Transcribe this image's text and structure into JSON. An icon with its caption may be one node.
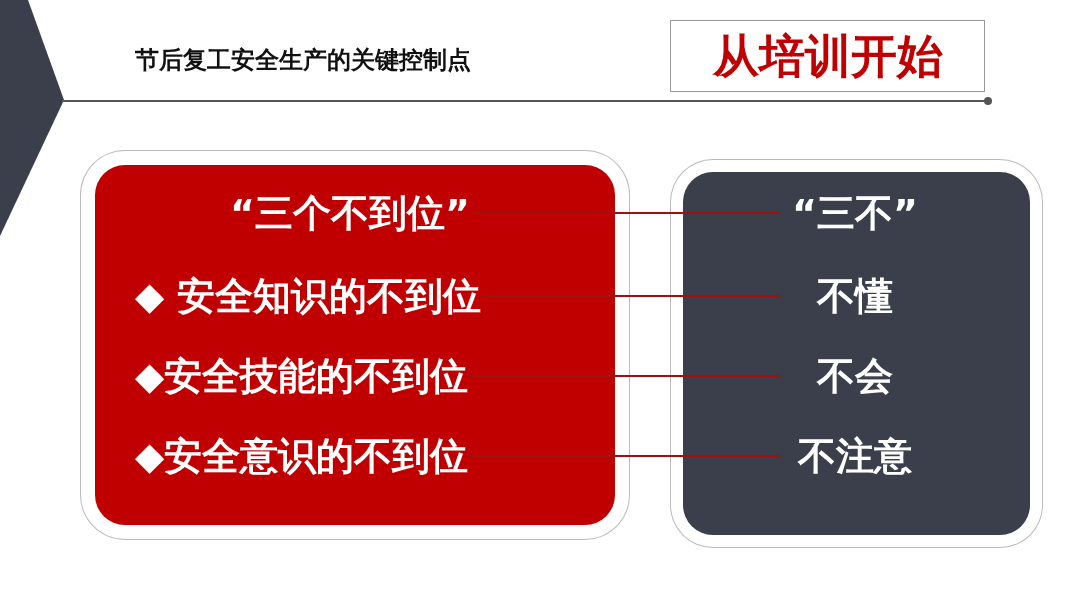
{
  "diagram": {
    "title": "节后复工安全生产的关键控制点",
    "nodes": [
      {
        "text": [],
        "shape": "box"
      },
      {
        "text": [
          "“三个不到位”"
        ],
        "in": 0
      },
      {
        "text": [
          "◆ 安全知识的不到位"
        ],
        "in": 0
      },
      {
        "text": [
          "◆安全技能的不到位"
        ],
        "in": 0
      },
      {
        "text": [
          "◆安全意识的不到位"
        ],
        "in": 0
      },
      {
        "text": [],
        "shape": "box"
      },
      {
        "text": [
          "“三不”"
        ],
        "in": 5
      },
      {
        "text": [
          "不懂"
        ],
        "in": 5
      },
      {
        "text": [
          "不会"
        ],
        "in": 5
      },
      {
        "text": [
          "不注意"
        ],
        "in": 5
      },
      {
        "text": [
          "从培训开始"
        ]
      }
    ],
    "edges": [
      {
        "from": 1,
        "to": 6,
        "arrow": "none"
      },
      {
        "from": 2,
        "to": 7,
        "arrow": "none"
      },
      {
        "from": 3,
        "to": 8,
        "arrow": "none"
      },
      {
        "from": 4,
        "to": 9,
        "arrow": "none"
      }
    ]
  }
}
